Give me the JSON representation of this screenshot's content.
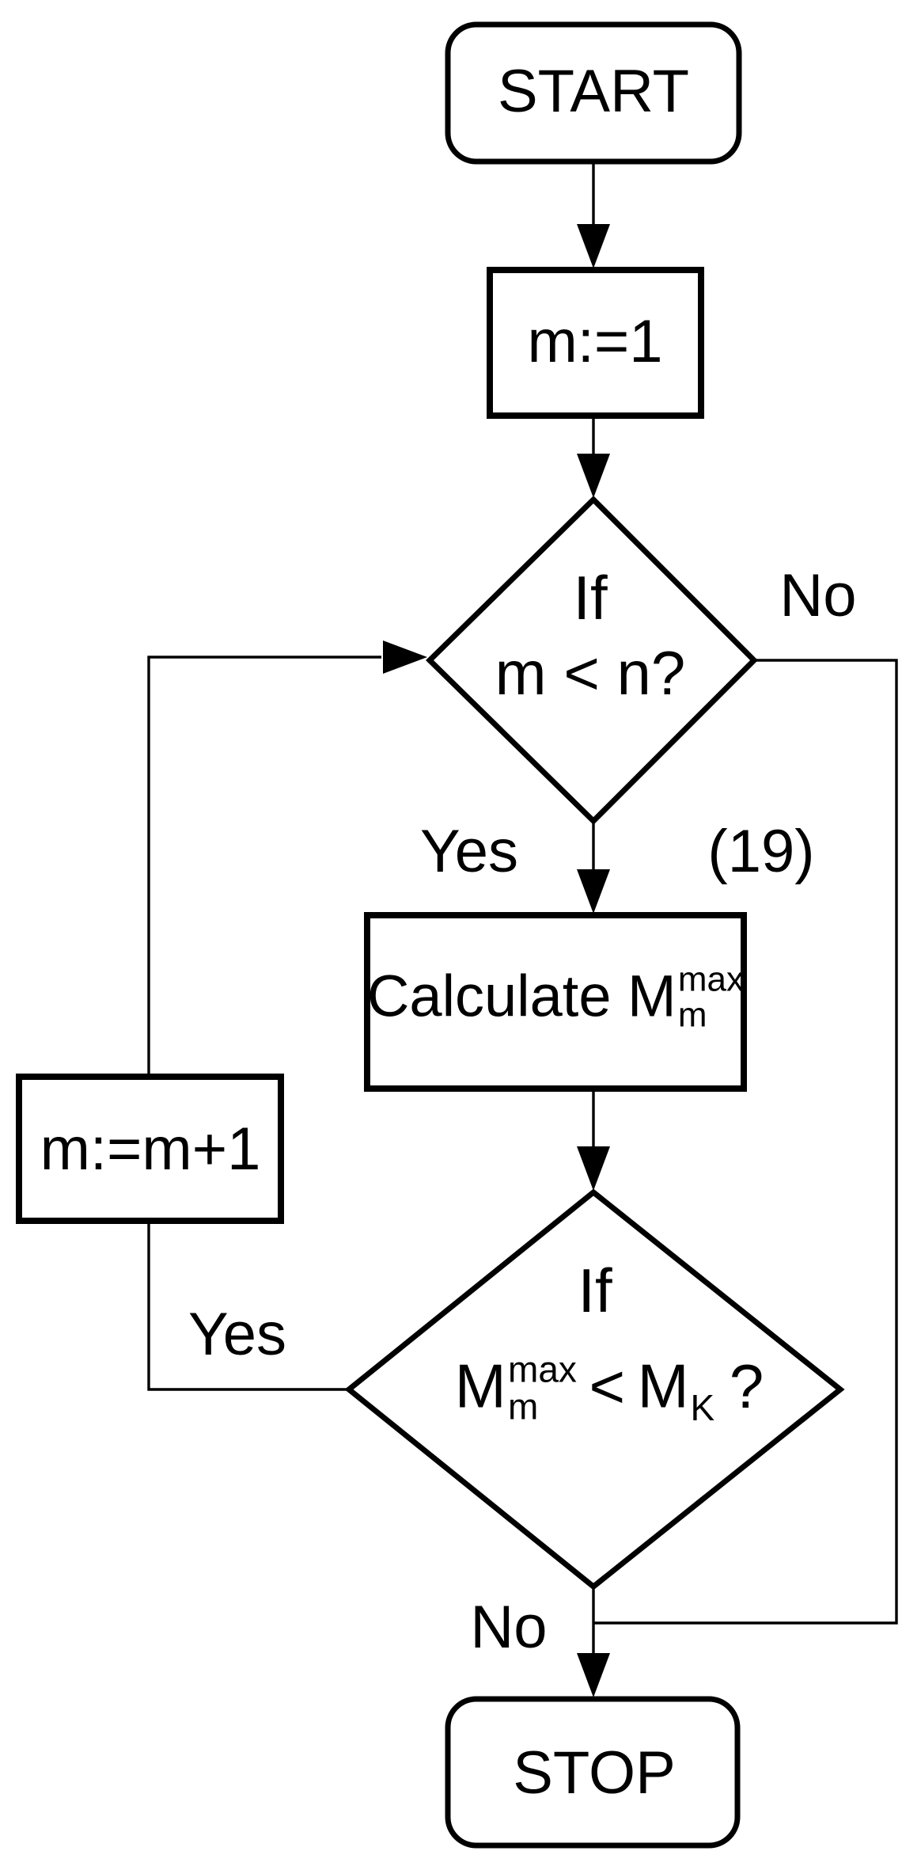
{
  "flowchart": {
    "nodes": {
      "start": {
        "type": "terminator",
        "label": "START"
      },
      "init": {
        "type": "process",
        "label": "m:=1"
      },
      "decision1": {
        "type": "decision",
        "line1": "If",
        "line2": "m < n?"
      },
      "calculate": {
        "type": "process",
        "text": "Calculate M",
        "sup": "max",
        "sub": "m"
      },
      "decision2": {
        "type": "decision",
        "line1": "If",
        "var": "M",
        "var_sup": "max",
        "var_sub": "m",
        "op": "<",
        "rhs": "M",
        "rhs_sub": "K",
        "question": "?"
      },
      "increment": {
        "type": "process",
        "label": "m:=m+1"
      },
      "stop": {
        "type": "terminator",
        "label": "STOP"
      }
    },
    "edge_labels": {
      "decision1_no": "No",
      "decision1_yes": "Yes",
      "equation_ref": "(19)",
      "decision2_yes": "Yes",
      "decision2_no": "No"
    },
    "colors": {
      "stroke": "#000000",
      "fill": "#ffffff",
      "text": "#000000"
    }
  }
}
